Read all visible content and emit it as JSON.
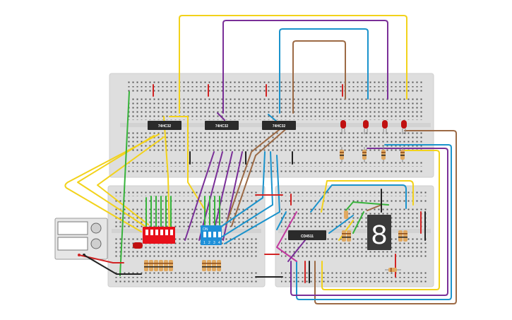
{
  "colors": {
    "breadboard": "#dcdcdc",
    "breadboard_edge": "#c8c8c8",
    "hole": "#4a4a4a",
    "rail_red": "#d8282a",
    "rail_blue": "#2a63d8",
    "ic_body": "#2b2b2b",
    "wire_yellow": "#f2d21b",
    "wire_purple": "#7a2f98",
    "wire_blue": "#1b93cc",
    "wire_brown": "#9c6a45",
    "wire_green": "#37b33b",
    "wire_red": "#d22424",
    "wire_black": "#222222",
    "wire_pink": "#c33aa0",
    "led_red": "#c01010",
    "dip_red": "#e8101a",
    "dip_blue": "#1e8fd8",
    "resistor": "#e0a860",
    "seg_display": "#3a3a3a"
  },
  "chips": [
    {
      "label": "74HC32",
      "type": "OR gate IC"
    },
    {
      "label": "74HC32",
      "type": "OR gate IC"
    },
    {
      "label": "74HC32",
      "type": "OR gate IC"
    },
    {
      "label": "CD4511",
      "type": "BCD to 7-segment decoder"
    }
  ],
  "dip_switch": {
    "label": "ON",
    "pins": [
      "1",
      "2",
      "3",
      "4"
    ]
  },
  "seven_segment": {
    "digit": "8"
  },
  "power_supply": {
    "icon": "power-supply-icon"
  }
}
